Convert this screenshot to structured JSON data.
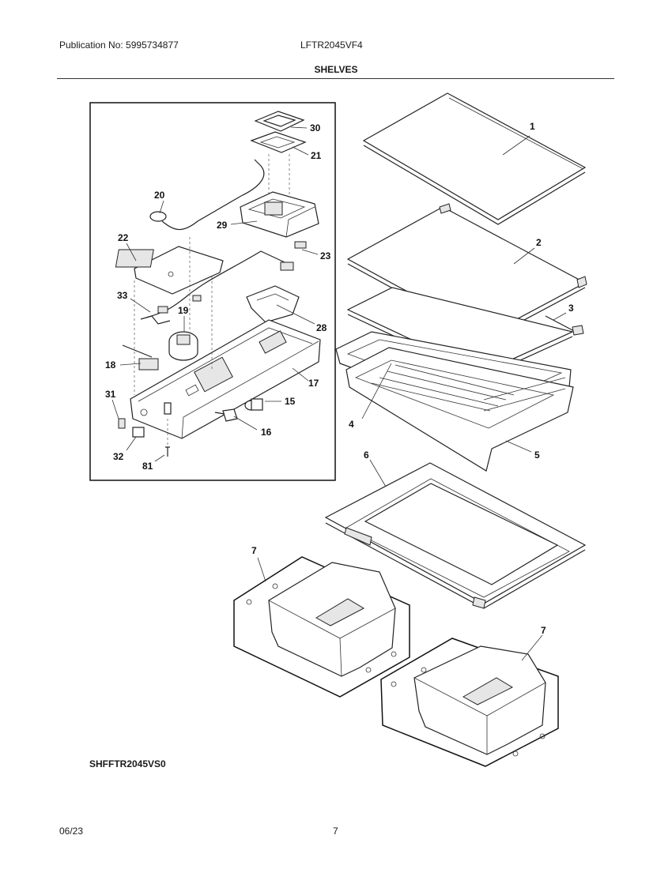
{
  "header": {
    "publication": "Publication No: 5995734877",
    "model": "LFTR2045VF4",
    "section_title": "SHELVES"
  },
  "callouts": {
    "c1": "1",
    "c2": "2",
    "c3": "3",
    "c4": "4",
    "c5": "5",
    "c6": "6",
    "c7a": "7",
    "c7b": "7",
    "c15": "15",
    "c16": "16",
    "c17": "17",
    "c18": "18",
    "c19": "19",
    "c20": "20",
    "c21": "21",
    "c22": "22",
    "c23": "23",
    "c28": "28",
    "c29": "29",
    "c30": "30",
    "c31": "31",
    "c32": "32",
    "c33": "33",
    "c81": "81"
  },
  "diagram_code": "SHFFTR2045VS0",
  "footer": {
    "date": "06/23",
    "page": "7"
  }
}
